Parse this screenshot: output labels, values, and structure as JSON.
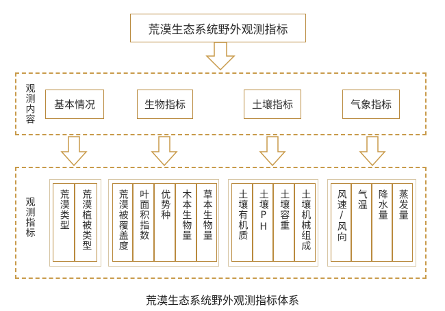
{
  "top_title": "荒漠生态系统野外观测指标",
  "content_label": "观测内容",
  "indicator_label": "观测指标",
  "categories": [
    "基本情况",
    "生物指标",
    "土壤指标",
    "气象指标"
  ],
  "groups": [
    {
      "indicators": [
        "荒漠类型",
        "荒漠植被类型"
      ]
    },
    {
      "indicators": [
        "荒漠被覆盖度",
        "叶面积指数",
        "优势种",
        "木本生物量",
        "草本生物量"
      ]
    },
    {
      "indicators": [
        "土壤有机质",
        "土壤PH",
        "土壤容重",
        "土壤机械组成"
      ]
    },
    {
      "indicators": [
        "风速/风向",
        "气温",
        "降水量",
        "蒸发量"
      ]
    }
  ],
  "caption": "荒漠生态系统野外观测指标体系"
}
